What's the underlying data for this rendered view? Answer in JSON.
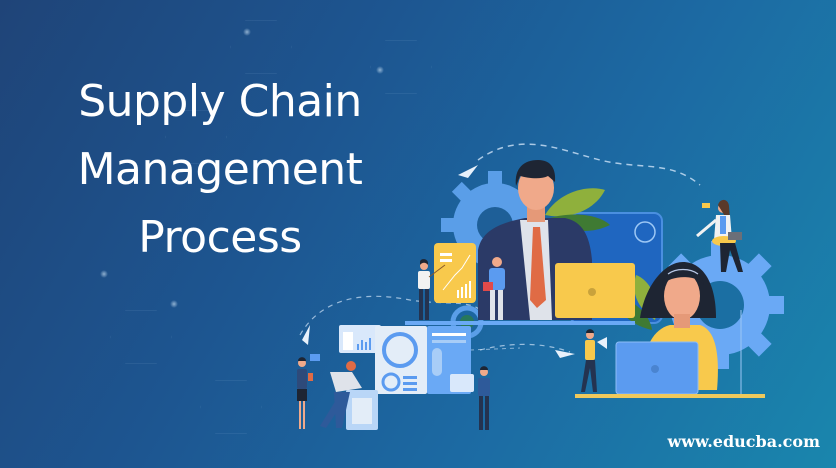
{
  "banner": {
    "title_lines": [
      "Supply Chain",
      "Management",
      "Process"
    ],
    "website": "www.educba.com"
  },
  "colors": {
    "background_start": "#1f4478",
    "background_end": "#1a86ad",
    "gear": "#6aa9f5",
    "suit": "#2b3a67",
    "tie": "#e06b45",
    "laptop_yellow": "#f8c94c",
    "laptop_blue": "#5b9bf0",
    "leaf_light": "#8fb03c",
    "leaf_dark": "#3f7a33",
    "skin": "#f0a98a",
    "hair": "#1e2533",
    "sweater": "#f8c94c"
  },
  "illustration": {
    "elements": [
      "businessman-with-tie",
      "woman-with-laptop",
      "woman-sitting-on-gear",
      "presenter-with-chart",
      "man-with-megaphone",
      "dashboard-panels",
      "gears",
      "paper-planes",
      "dashed-paths"
    ]
  }
}
